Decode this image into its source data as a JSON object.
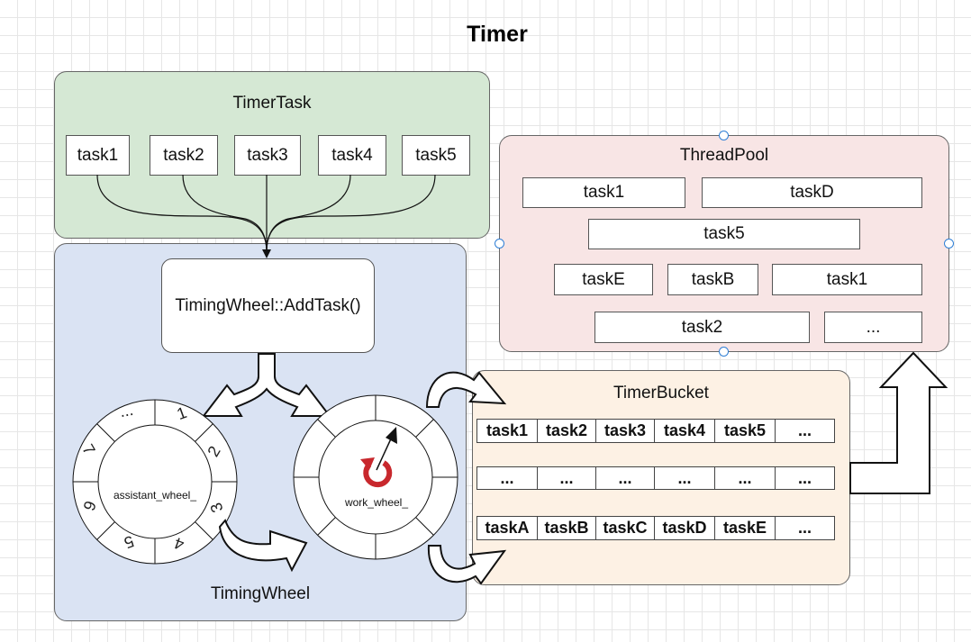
{
  "title": "Timer",
  "timer_task": {
    "title": "TimerTask",
    "tasks": [
      "task1",
      "task2",
      "task3",
      "task4",
      "task5"
    ]
  },
  "timing_wheel": {
    "title": "TimingWheel",
    "add_task": "TimingWheel::AddTask()",
    "assistant_wheel": {
      "label": "assistant_wheel_",
      "slots": [
        "...",
        "1",
        "2",
        "3",
        "4",
        "5",
        "6",
        "7"
      ]
    },
    "work_wheel": {
      "label": "work_wheel_"
    }
  },
  "thread_pool": {
    "title": "ThreadPool",
    "tasks": [
      "task1",
      "taskD",
      "task5",
      "taskE",
      "taskB",
      "task1",
      "task2",
      "..."
    ]
  },
  "timer_bucket": {
    "title": "TimerBucket",
    "rows": [
      [
        "task1",
        "task2",
        "task3",
        "task4",
        "task5",
        "..."
      ],
      [
        "...",
        "...",
        "...",
        "...",
        "...",
        "..."
      ],
      [
        "taskA",
        "taskB",
        "taskC",
        "taskD",
        "taskE",
        "..."
      ]
    ]
  },
  "colors": {
    "timer_task_bg": "#d5e8d4",
    "timing_wheel_bg": "#dae3f3",
    "thread_pool_bg": "#f8e5e5",
    "timer_bucket_bg": "#fdf1e4",
    "rotate_icon": "#c8282d"
  }
}
